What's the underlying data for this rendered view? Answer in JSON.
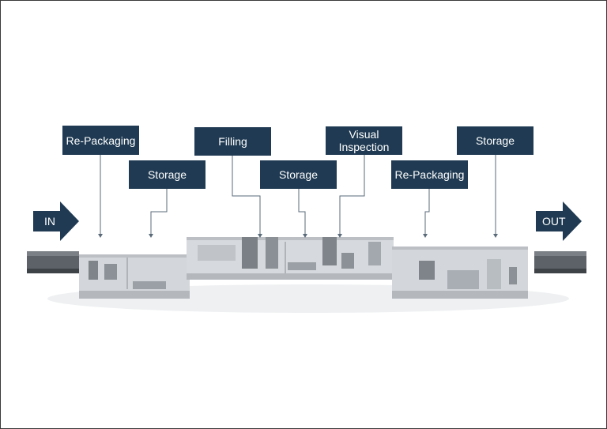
{
  "stations": [
    {
      "id": "re-packaging-1",
      "label": "Re-Packaging"
    },
    {
      "id": "storage-1",
      "label": "Storage"
    },
    {
      "id": "filling",
      "label": "Filling"
    },
    {
      "id": "storage-2",
      "label": "Storage"
    },
    {
      "id": "visual-inspection",
      "label": "Visual\nInspection"
    },
    {
      "id": "re-packaging-2",
      "label": "Re-Packaging"
    },
    {
      "id": "storage-3",
      "label": "Storage"
    }
  ],
  "flow": {
    "in_label": "IN",
    "out_label": "OUT"
  },
  "colors": {
    "label_bg": "#1f3a52",
    "leader_line": "#5a6a78",
    "floor": "#d8dade",
    "wall": "#c4c7cc"
  }
}
